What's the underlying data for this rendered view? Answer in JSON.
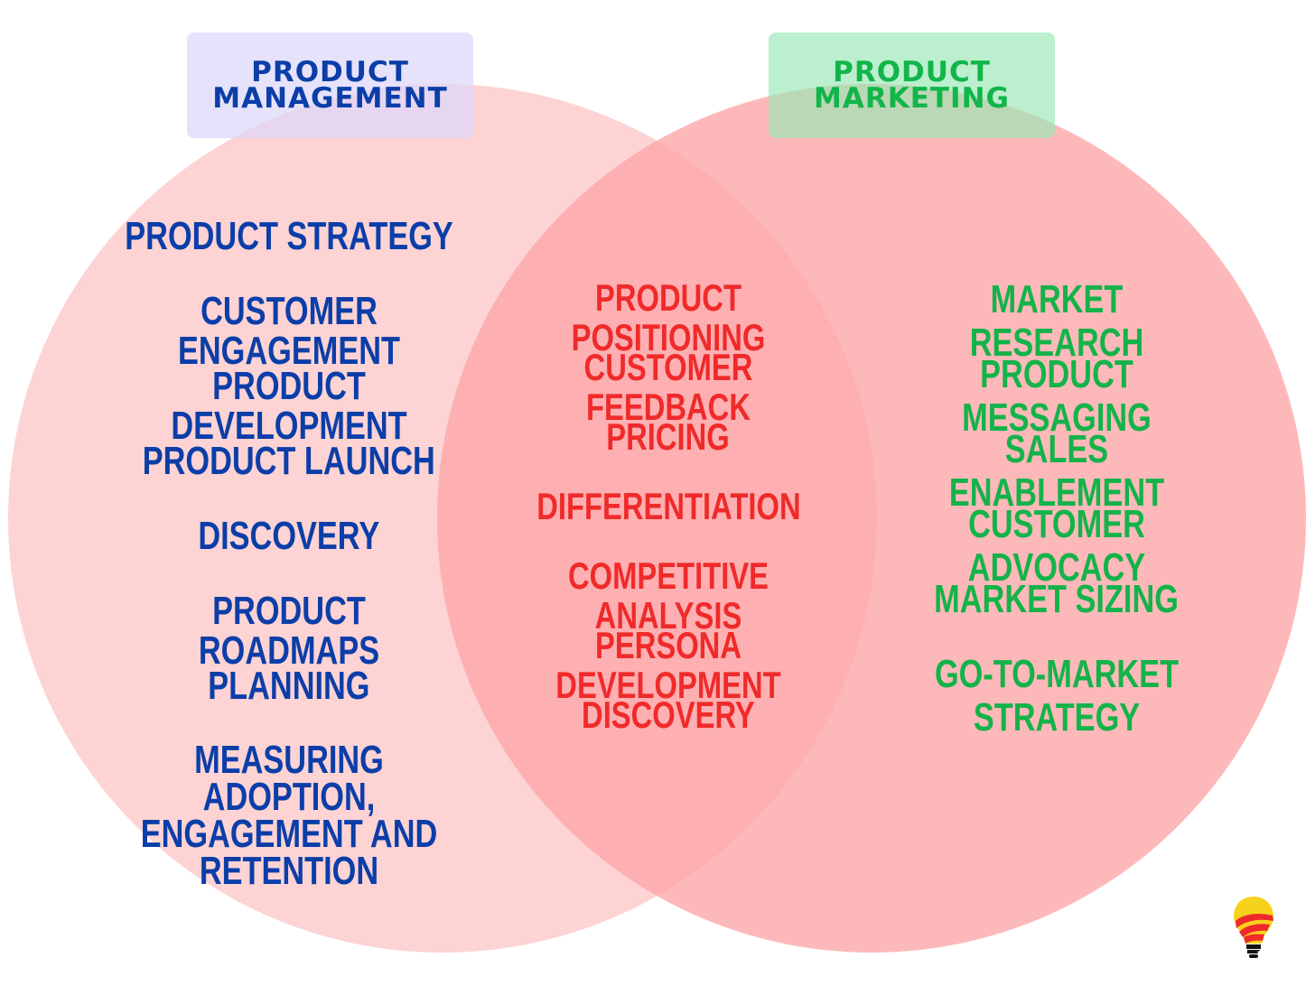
{
  "colors": {
    "left_circle": "#fcc4c6",
    "right_circle": "#fca5a6",
    "pm_text": "#0b3ea8",
    "overlap_text": "#f02a2a",
    "marketing_text": "#14b34a"
  },
  "product_management": {
    "label": "PRODUCT\nMANAGEMENT",
    "items": [
      "PRODUCT STRATEGY",
      "CUSTOMER ENGAGEMENT",
      "PRODUCT DEVELOPMENT",
      "PRODUCT LAUNCH",
      "DISCOVERY",
      "PRODUCT ROADMAPS",
      "PLANNING",
      "MEASURING ADOPTION,\nENGAGEMENT AND\nRETENTION"
    ]
  },
  "overlap": {
    "items": [
      "PRODUCT POSITIONING",
      "CUSTOMER FEEDBACK",
      "PRICING",
      "DIFFERENTIATION",
      "COMPETITIVE ANALYSIS",
      "PERSONA DEVELOPMENT",
      "DISCOVERY"
    ]
  },
  "product_marketing": {
    "label": "PRODUCT\nMARKETING",
    "items": [
      "MARKET RESEARCH",
      "PRODUCT MESSAGING",
      "SALES ENABLEMENT",
      "CUSTOMER ADVOCACY",
      "MARKET SIZING",
      "GO-TO-MARKET STRATEGY"
    ]
  },
  "logo_icon": "lightbulb-logo-icon"
}
